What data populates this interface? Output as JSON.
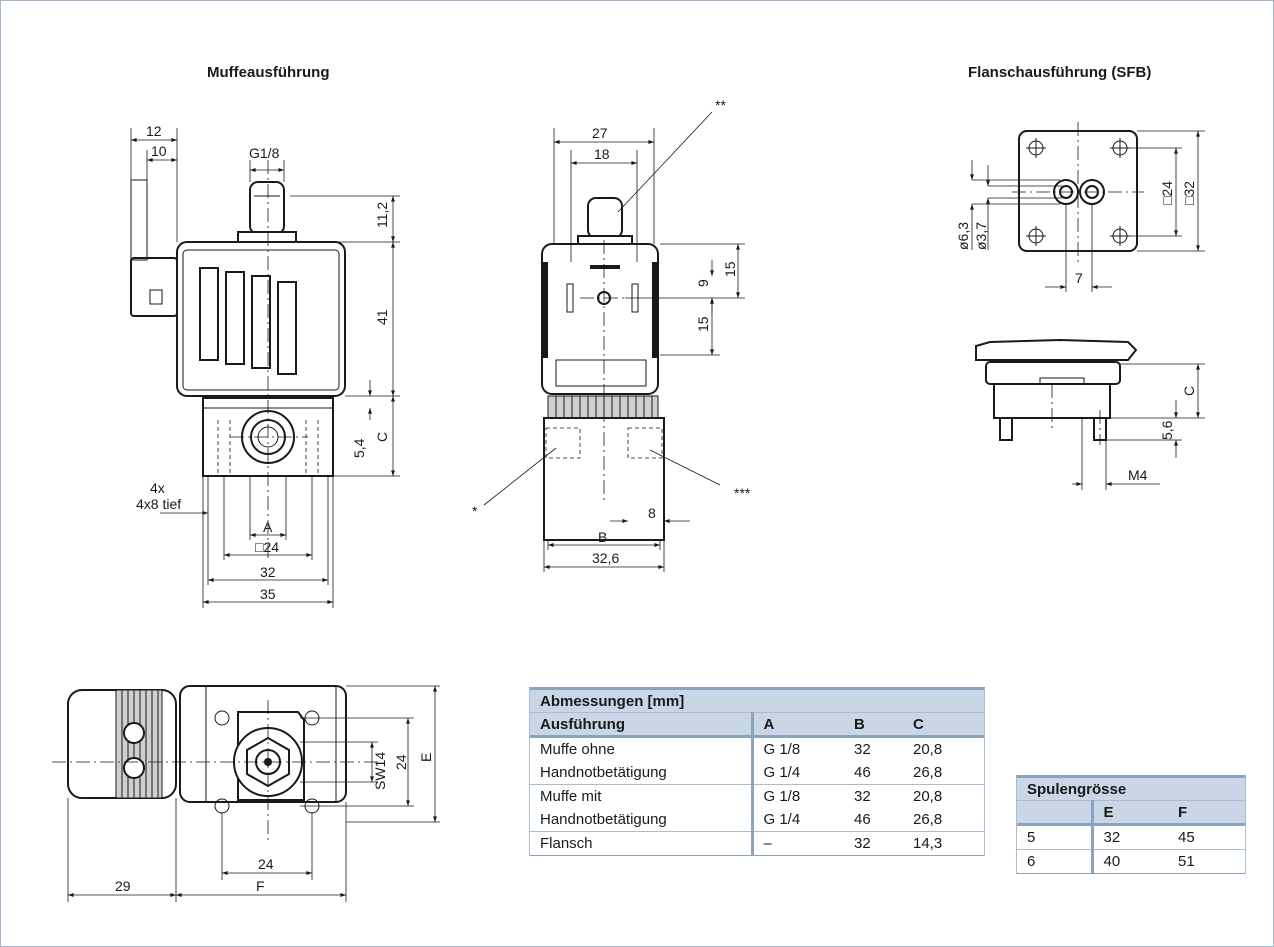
{
  "headings": {
    "left": "Muffeausführung",
    "right": "Flanschausführung (SFB)"
  },
  "front_view": {
    "dim_12": "12",
    "dim_10": "10",
    "dim_g18": "G1/8",
    "dim_11_2": "11,2",
    "dim_41": "41",
    "dim_5_4": "5,4",
    "dim_c": "C",
    "dim_4x": "4x",
    "dim_4x8": "4x8 tief",
    "dim_a": "A",
    "dim_sq24": "□24",
    "dim_32": "32",
    "dim_35": "35"
  },
  "side_view": {
    "dim_27": "27",
    "dim_18": "18",
    "note_2": "**",
    "note_1": "*",
    "note_3": "***",
    "dim_15a": "15",
    "dim_9": "9",
    "dim_15b": "15",
    "dim_8": "8",
    "dim_b": "B",
    "dim_32_6": "32,6"
  },
  "flange_top": {
    "dim_d63": "ø6,3",
    "dim_d37": "ø3,7",
    "dim_sq24": "□24",
    "dim_sq32": "□32",
    "dim_7": "7"
  },
  "flange_side": {
    "dim_c": "C",
    "dim_5_6": "5,6",
    "dim_m4": "M4"
  },
  "bottom_view": {
    "dim_sw14": "SW14",
    "dim_24": "24",
    "dim_e": "E",
    "dim_24b": "24",
    "dim_29": "29",
    "dim_f": "F"
  },
  "table_dimensions": {
    "title": "Abmessungen [mm]",
    "headers": [
      "Ausführung",
      "A",
      "B",
      "C"
    ],
    "rows": [
      [
        "Muffe ohne",
        "G 1/8",
        "32",
        "20,8"
      ],
      [
        "Handnotbetätigung",
        "G 1/4",
        "46",
        "26,8"
      ],
      [
        "Muffe mit",
        "G 1/8",
        "32",
        "20,8"
      ],
      [
        "Handnotbetätigung",
        "G 1/4",
        "46",
        "26,8"
      ],
      [
        "Flansch",
        "–",
        "32",
        "14,3"
      ]
    ]
  },
  "table_coil": {
    "title": "Spulengrösse",
    "headers": [
      "",
      "E",
      "F"
    ],
    "rows": [
      [
        "5",
        "32",
        "45"
      ],
      [
        "6",
        "40",
        "51"
      ]
    ]
  }
}
